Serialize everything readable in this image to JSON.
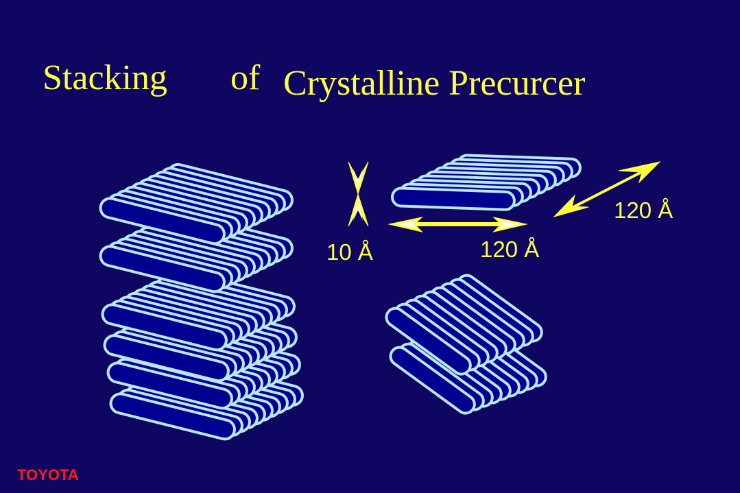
{
  "title": {
    "word1": "Stacking",
    "word2": "of",
    "word3": "Crystalline Precurcer"
  },
  "labels": {
    "interlayer": "10 Å",
    "length": "120 Å",
    "width": "120 Å"
  },
  "logo": "TOYOTA",
  "colors": {
    "background": "#0e0660",
    "pill_fill": "#000090",
    "pill_stroke": "#b8e8f8",
    "text": "#ffff3c",
    "logo": "#ff1a1a"
  }
}
